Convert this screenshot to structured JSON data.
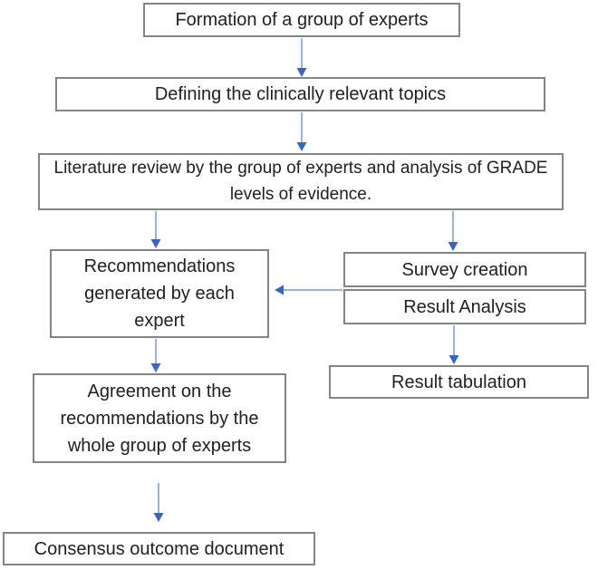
{
  "flowchart": {
    "description": "Consensus methodology process flow diagram",
    "colors": {
      "background": "#ffffff",
      "box_fill": "#ffffff",
      "box_border": "#848484",
      "text": "#212121",
      "arrow_line": "#8faadc",
      "arrow_head": "#3a66c2"
    },
    "nodes": [
      {
        "id": "formation",
        "label": "Formation of a group of experts"
      },
      {
        "id": "defining-topics",
        "label": "Defining the clinically relevant topics"
      },
      {
        "id": "literature-review",
        "label": "Literature review by the group of experts and analysis of GRADE levels of evidence."
      },
      {
        "id": "recommendations",
        "label": "Recommendations generated by each expert"
      },
      {
        "id": "survey-creation",
        "label": "Survey creation"
      },
      {
        "id": "result-analysis",
        "label": "Result Analysis"
      },
      {
        "id": "agreement",
        "label": "Agreement on the recommendations by the whole group of experts"
      },
      {
        "id": "result-tabulation",
        "label": "Result tabulation"
      },
      {
        "id": "consensus-outcome",
        "label": "Consensus outcome document"
      }
    ],
    "edges": [
      {
        "from": "formation",
        "to": "defining-topics"
      },
      {
        "from": "defining-topics",
        "to": "literature-review"
      },
      {
        "from": "literature-review",
        "to": "recommendations"
      },
      {
        "from": "literature-review",
        "to": "survey-creation"
      },
      {
        "from": "survey-result-stack",
        "to": "recommendations"
      },
      {
        "from": "recommendations",
        "to": "agreement"
      },
      {
        "from": "result-analysis",
        "to": "result-tabulation"
      },
      {
        "from": "agreement",
        "to": "consensus-outcome"
      }
    ]
  }
}
